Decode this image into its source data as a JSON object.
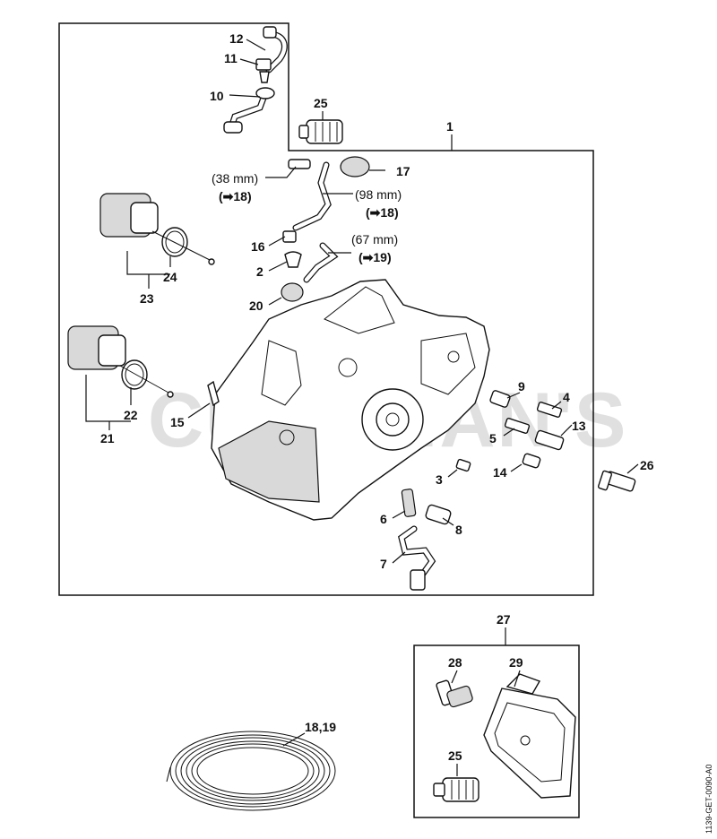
{
  "watermark": "CUSHMAN'S",
  "doc_code": "1139-GET-0090-A0",
  "callouts": {
    "c1": "1",
    "c2": "2",
    "c3": "3",
    "c4": "4",
    "c5": "5",
    "c6": "6",
    "c7": "7",
    "c8": "8",
    "c9": "9",
    "c10": "10",
    "c11": "11",
    "c12": "12",
    "c13": "13",
    "c14": "14",
    "c15": "15",
    "c16": "16",
    "c17": "17",
    "c20": "20",
    "c21": "21",
    "c22": "22",
    "c23": "23",
    "c24": "24",
    "c25a": "25",
    "c26": "26",
    "c27": "27",
    "c28": "28",
    "c29": "29",
    "c25b": "25",
    "c1819": "18,19"
  },
  "notes": {
    "len38": "(38 mm)",
    "ref38": "(➡18)",
    "len98": "(98 mm)",
    "ref98": "(➡18)",
    "len67": "(67 mm)",
    "ref67": "(➡19)"
  }
}
